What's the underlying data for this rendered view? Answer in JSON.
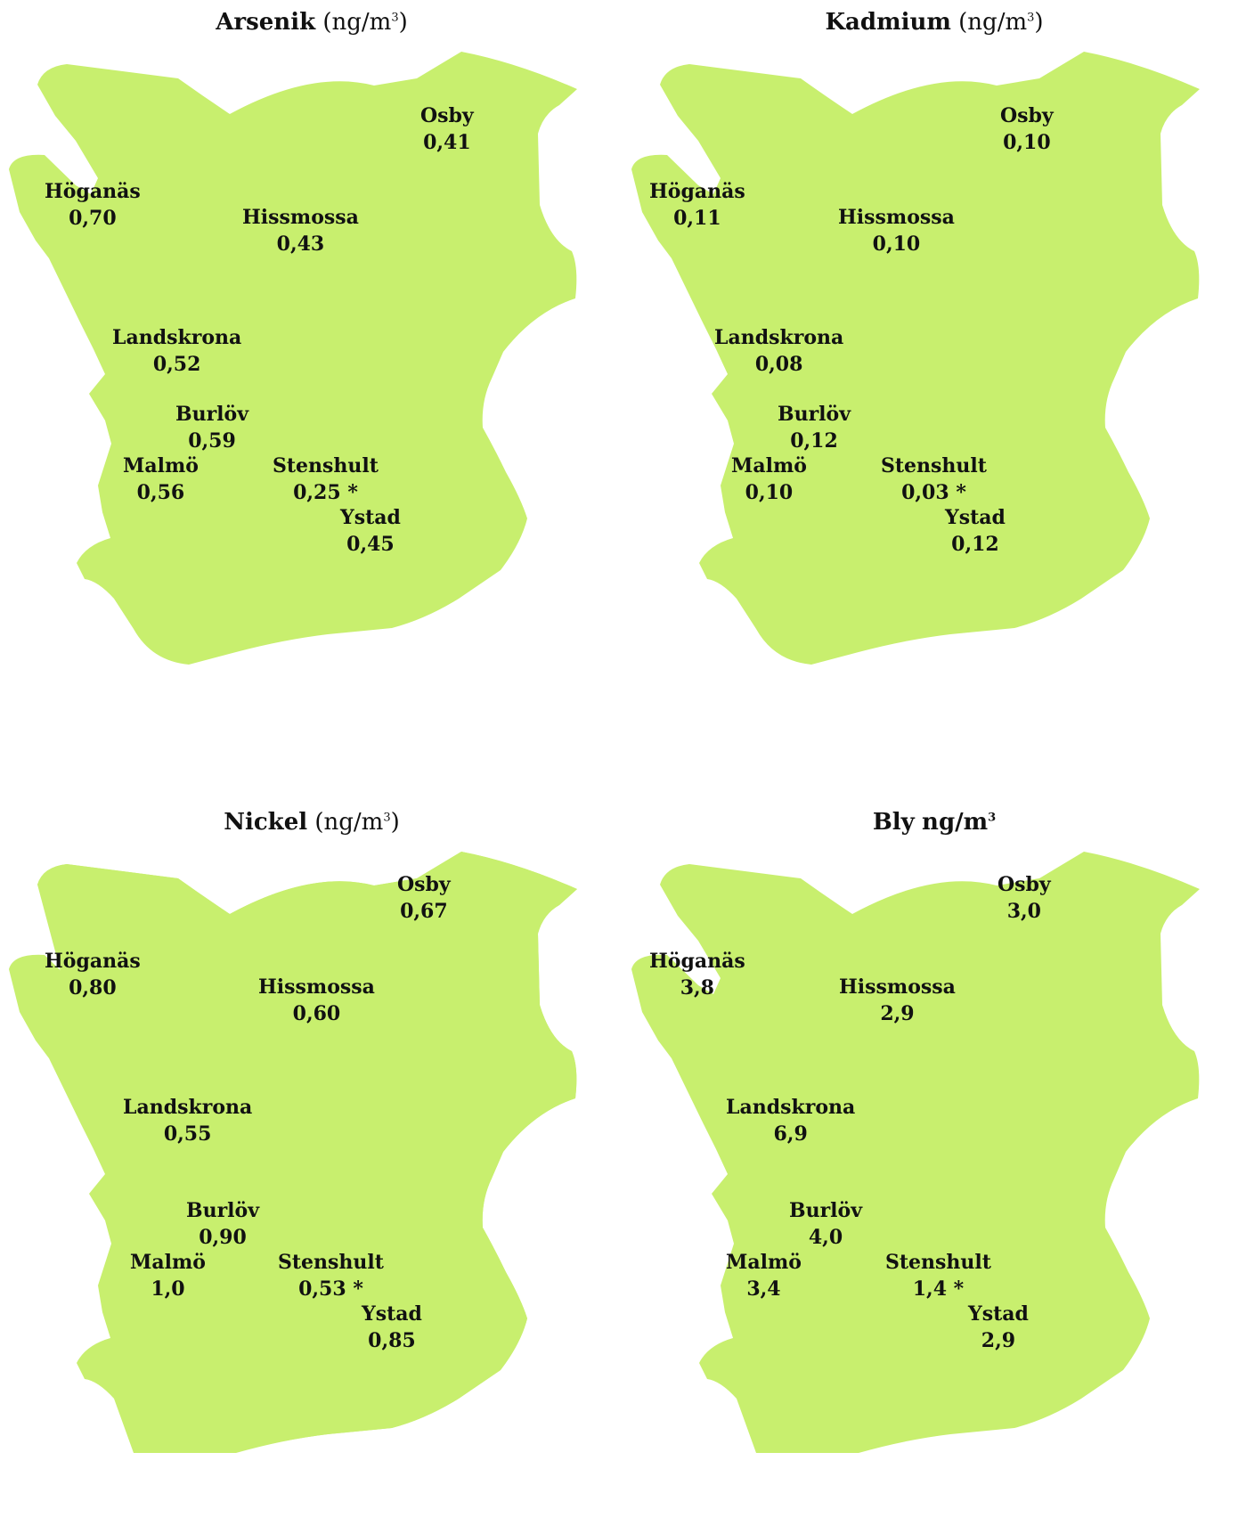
{
  "colors": {
    "land": "#c8ef6e",
    "text": "#111111",
    "background": "#ffffff"
  },
  "panels": [
    {
      "metal": "Arsenik",
      "unit": "(ng/m",
      "sup": "3",
      "unit_close": ")",
      "stations": [
        {
          "name": "Osby",
          "value": "0,41"
        },
        {
          "name": "Höganäs",
          "value": "0,70"
        },
        {
          "name": "Hissmossa",
          "value": "0,43"
        },
        {
          "name": "Landskrona",
          "value": "0,52"
        },
        {
          "name": "Burlöv",
          "value": "0,59"
        },
        {
          "name": "Malmö",
          "value": "0,56"
        },
        {
          "name": "Stenshult",
          "value": "0,25 *"
        },
        {
          "name": "Ystad",
          "value": "0,45"
        }
      ]
    },
    {
      "metal": "Kadmium",
      "unit": "(ng/m",
      "sup": "3",
      "unit_close": ")",
      "stations": [
        {
          "name": "Osby",
          "value": "0,10"
        },
        {
          "name": "Höganäs",
          "value": "0,11"
        },
        {
          "name": "Hissmossa",
          "value": "0,10"
        },
        {
          "name": "Landskrona",
          "value": "0,08"
        },
        {
          "name": "Burlöv",
          "value": "0,12"
        },
        {
          "name": "Malmö",
          "value": "0,10"
        },
        {
          "name": "Stenshult",
          "value": "0,03 *"
        },
        {
          "name": "Ystad",
          "value": "0,12"
        }
      ]
    },
    {
      "metal": "Nickel",
      "unit": "(ng/m",
      "sup": "3",
      "unit_close": ")",
      "stations": [
        {
          "name": "Osby",
          "value": "0,67"
        },
        {
          "name": "Höganäs",
          "value": "0,80"
        },
        {
          "name": "Hissmossa",
          "value": "0,60"
        },
        {
          "name": "Landskrona",
          "value": "0,55"
        },
        {
          "name": "Burlöv",
          "value": "0,90"
        },
        {
          "name": "Malmö",
          "value": "1,0"
        },
        {
          "name": "Stenshult",
          "value": "0,53 *"
        },
        {
          "name": "Ystad",
          "value": "0,85"
        }
      ]
    },
    {
      "metal": "Bly",
      "unit": "ng/m",
      "sup": "3",
      "unit_close": "",
      "stations": [
        {
          "name": "Osby",
          "value": "3,0"
        },
        {
          "name": "Höganäs",
          "value": "3,8"
        },
        {
          "name": "Hissmossa",
          "value": "2,9"
        },
        {
          "name": "Landskrona",
          "value": "6,9"
        },
        {
          "name": "Burlöv",
          "value": "4,0"
        },
        {
          "name": "Malmö",
          "value": "3,4"
        },
        {
          "name": "Stenshult",
          "value": "1,4 *"
        },
        {
          "name": "Ystad",
          "value": "2,9"
        }
      ]
    }
  ]
}
